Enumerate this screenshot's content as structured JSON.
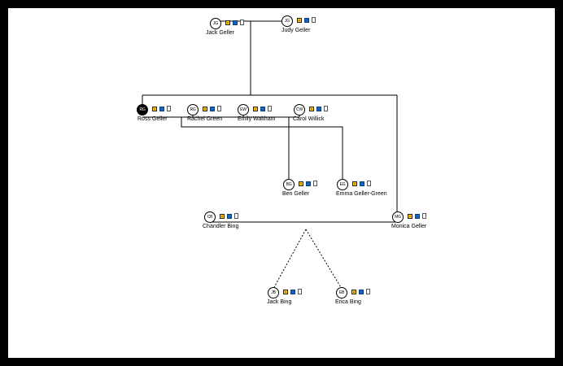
{
  "people": {
    "jack_geller": {
      "initials": "JG",
      "name": "Jack Geller"
    },
    "judy_geller": {
      "initials": "JG",
      "name": "Judy Geller"
    },
    "ross_geller": {
      "initials": "RG",
      "name": "Ross Geller"
    },
    "rachel_green": {
      "initials": "RG",
      "name": "Rachel Green"
    },
    "emily_waltham": {
      "initials": "EW",
      "name": "Emily Waltham"
    },
    "carol_willick": {
      "initials": "CW",
      "name": "Carol Willick"
    },
    "ben_geller": {
      "initials": "BG",
      "name": "Ben Geller"
    },
    "emma_geller_green": {
      "initials": "EG",
      "name": "Emma Geller-Green"
    },
    "chandler_bing": {
      "initials": "CB",
      "name": "Chandler Bing"
    },
    "monica_geller": {
      "initials": "MG",
      "name": "Monica Geller"
    },
    "jack_bing": {
      "initials": "JB",
      "name": "Jack Bing"
    },
    "erica_bing": {
      "initials": "EB",
      "name": "Erica Bing"
    }
  },
  "person_icons": [
    "add-relative-icon",
    "edit-icon",
    "document-icon"
  ],
  "colors": {
    "selected": "#000000",
    "line": "#000000",
    "add_icon": "#e07000",
    "edit_icon": "#1565c0"
  }
}
